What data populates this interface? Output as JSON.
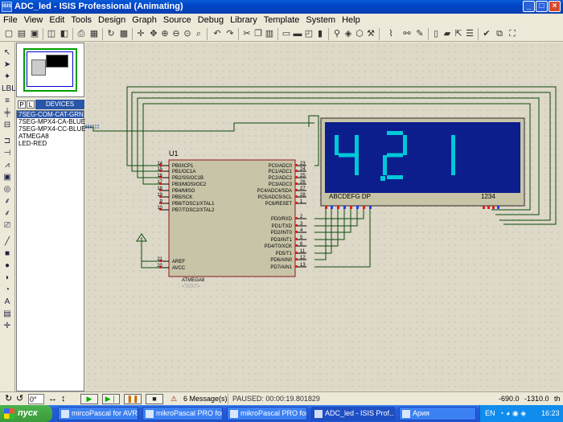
{
  "window": {
    "title": "ADC_led - ISIS Professional (Animating)",
    "icon_text": "ISIS",
    "controls": [
      "minimize-icon",
      "maximize-icon",
      "close-icon"
    ]
  },
  "menu": [
    "File",
    "View",
    "Edit",
    "Tools",
    "Design",
    "Graph",
    "Source",
    "Debug",
    "Library",
    "Template",
    "System",
    "Help"
  ],
  "devices": {
    "tabs": [
      "P",
      "L"
    ],
    "header": "DEVICES",
    "items": [
      "7SEG-COM-CAT-GRN",
      "7SEG-MPX4-CA-BLUE",
      "7SEG-MPX4-CC-BLUE",
      "ATMEGA8",
      "LED-RED"
    ],
    "selected_index": 0
  },
  "schematic": {
    "chip": {
      "ref": "U1",
      "part": "ATMEGA8",
      "text_placeholder": "<TEXT>",
      "left_pins": [
        {
          "num": "14",
          "name": "PB0/ICP1"
        },
        {
          "num": "15",
          "name": "PB1/OC1A"
        },
        {
          "num": "16",
          "name": "PB2/SS/OC1B"
        },
        {
          "num": "17",
          "name": "PB3/MOSI/OC2"
        },
        {
          "num": "18",
          "name": "PB4/MISO"
        },
        {
          "num": "19",
          "name": "PB5/SCK"
        },
        {
          "num": "9",
          "name": "PB6/TOSC1/XTAL1"
        },
        {
          "num": "10",
          "name": "PB7/TOSC2/XTAL2"
        },
        {
          "num": "21",
          "name": "AREF"
        },
        {
          "num": "20",
          "name": "AVCC"
        }
      ],
      "right_pins_top": [
        {
          "num": "23",
          "name": "PC0/ADC0"
        },
        {
          "num": "24",
          "name": "PC1/ADC1"
        },
        {
          "num": "25",
          "name": "PC2/ADC2"
        },
        {
          "num": "26",
          "name": "PC3/ADC3"
        },
        {
          "num": "27",
          "name": "PC4/ADC4/SDA"
        },
        {
          "num": "28",
          "name": "PC5/ADC5/SCL"
        },
        {
          "num": "1",
          "name": "PC6/RESET"
        }
      ],
      "right_pins_bottom": [
        {
          "num": "2",
          "name": "PD0/RXD"
        },
        {
          "num": "3",
          "name": "PD1/TXD"
        },
        {
          "num": "4",
          "name": "PD2/INT0"
        },
        {
          "num": "5",
          "name": "PD3/INT1"
        },
        {
          "num": "6",
          "name": "PD4/T0/XCK"
        },
        {
          "num": "11",
          "name": "PD5/T1"
        },
        {
          "num": "12",
          "name": "PD6/AIN0"
        },
        {
          "num": "13",
          "name": "PD7/AIN1"
        }
      ]
    },
    "display": {
      "digits": [
        "4",
        ".",
        "2",
        "1"
      ],
      "segment_label": "ABCDEFG  DP",
      "digit_label": "1234",
      "segment_color": "#00c8d8",
      "bg_color": "#0c1e8c"
    },
    "wire_color": "#0a4a0a",
    "pin_active_color": "#e02020",
    "pin_low_color": "#2040ff"
  },
  "status": {
    "message_count": "6 Message(s)",
    "sim_status": "PAUSED: 00:00:19.801829",
    "coord_x": "-690.0",
    "coord_y": "-1310.0",
    "units": "th",
    "rotation_value": "0°"
  },
  "taskbar": {
    "start_label": "пуск",
    "tasks": [
      {
        "label": "mircoPascal for AVR ...",
        "active": false
      },
      {
        "label": "mikroPascal PRO for ...",
        "active": false
      },
      {
        "label": "mikroPascal PRO for ...",
        "active": false
      },
      {
        "label": "ADC_led - ISIS Prof...",
        "active": true
      },
      {
        "label": "Ария",
        "active": false
      }
    ],
    "lang": "EN",
    "clock": "16:23"
  }
}
